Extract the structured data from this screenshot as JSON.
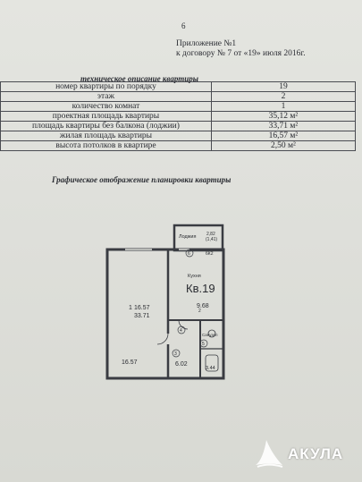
{
  "page_number": "6",
  "appendix": {
    "title": "Приложение №1",
    "contract": "к договору  № 7 от «19» июля 2016г."
  },
  "tech_title": "техническое описание квартиры",
  "rows": [
    {
      "label": "номер квартиры по порядку",
      "value": "19"
    },
    {
      "label": "этаж",
      "value": "2"
    },
    {
      "label": "количество комнат",
      "value": "1"
    },
    {
      "label": "проектная площадь квартиры",
      "value": "35,12 м²"
    },
    {
      "label": "площадь квартиры без балкона (лоджии)",
      "value": "33,71 м²"
    },
    {
      "label": "жилая площадь квартиры",
      "value": "16,57 м²"
    },
    {
      "label": "высота  потолков в квартире",
      "value": "2,50 м²"
    }
  ],
  "graph_title": "Графическое отображение планировки квартиры",
  "plan": {
    "loggia_label": "Лоджия",
    "loggia_area": "2,82",
    "loggia_area2": "(1,41)",
    "loggia_code": "6К2",
    "kitchen_label": "Кухня",
    "apt_label": "Кв.19",
    "kitchen_area": "9.68",
    "room_num": "1",
    "room_area": "16.57",
    "room_area_total": "33.71",
    "room_area_bottom": "16.57",
    "hall_area": "6.02",
    "bath_label": "Санузел",
    "bath_area": "3.44",
    "marker_2": "2",
    "marker_3": "3",
    "marker_4": "4",
    "marker_5": "5",
    "marker_6": "6"
  },
  "logo": {
    "text": "АКУЛА",
    "icon": "shark-fin-icon",
    "color": "#ffffff"
  }
}
